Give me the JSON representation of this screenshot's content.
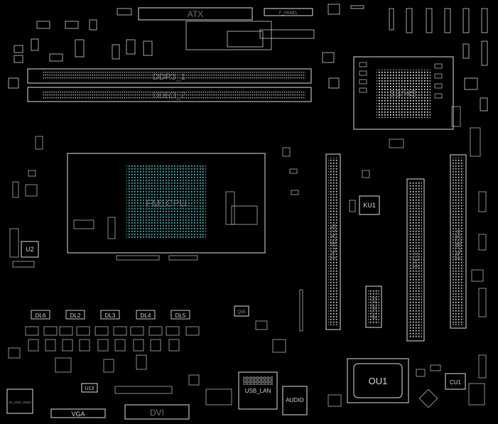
{
  "labels": {
    "atx": "ATX",
    "f_panel": "F_PANEL",
    "ddr3_1": "DDR3_1",
    "ddr3_2": "DDR3_2",
    "sb": "SB/HS",
    "cpu": "FM1CPU",
    "pciex16": "PCIEX16",
    "pci": "PCI",
    "pciex4": "PCIEX4",
    "pciex1": "PCIEX1",
    "ku1": "KU1",
    "u2": "U2",
    "dl6": "DL6",
    "dl2": "DL2",
    "dl3": "DL3",
    "dl4": "DL4",
    "dl5": "DL5",
    "u13": "U13",
    "vga": "VGA",
    "dvi": "DVI",
    "usb_lan": "USB_LAN",
    "audio": "AUDIO",
    "ou1": "OU1",
    "cu1": "CU1",
    "q35": "Q35",
    "usb3": "IO_USB_USB3"
  },
  "colors": {
    "outline": "#d8d8d8",
    "pin": "#bdbdbd",
    "cpu_pads": "#1fa3a3",
    "background": "#000000"
  }
}
